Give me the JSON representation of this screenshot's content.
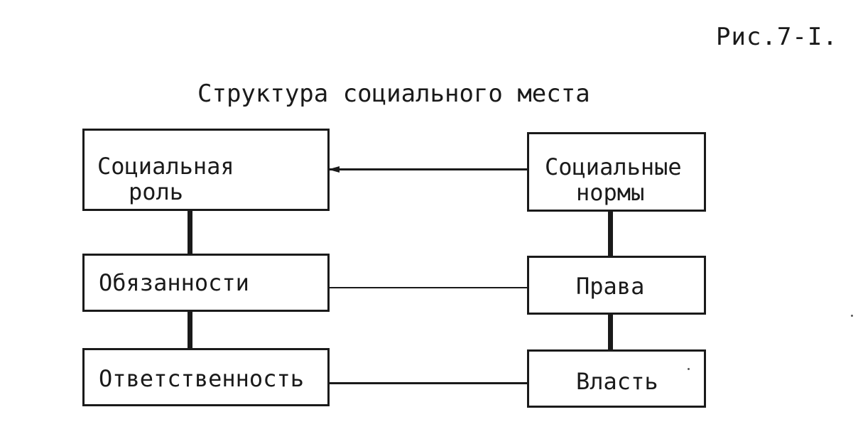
{
  "figure_label": "Рис.7-I.",
  "title": "Структура социального места",
  "left_column": {
    "role": {
      "line1": "Социальная",
      "line2": "роль"
    },
    "duties": "Обязанности",
    "responsibility": "Ответственность"
  },
  "right_column": {
    "norms": {
      "line1": "Социальные",
      "line2": "нормы"
    },
    "rights": "Права",
    "power": "Власть"
  }
}
